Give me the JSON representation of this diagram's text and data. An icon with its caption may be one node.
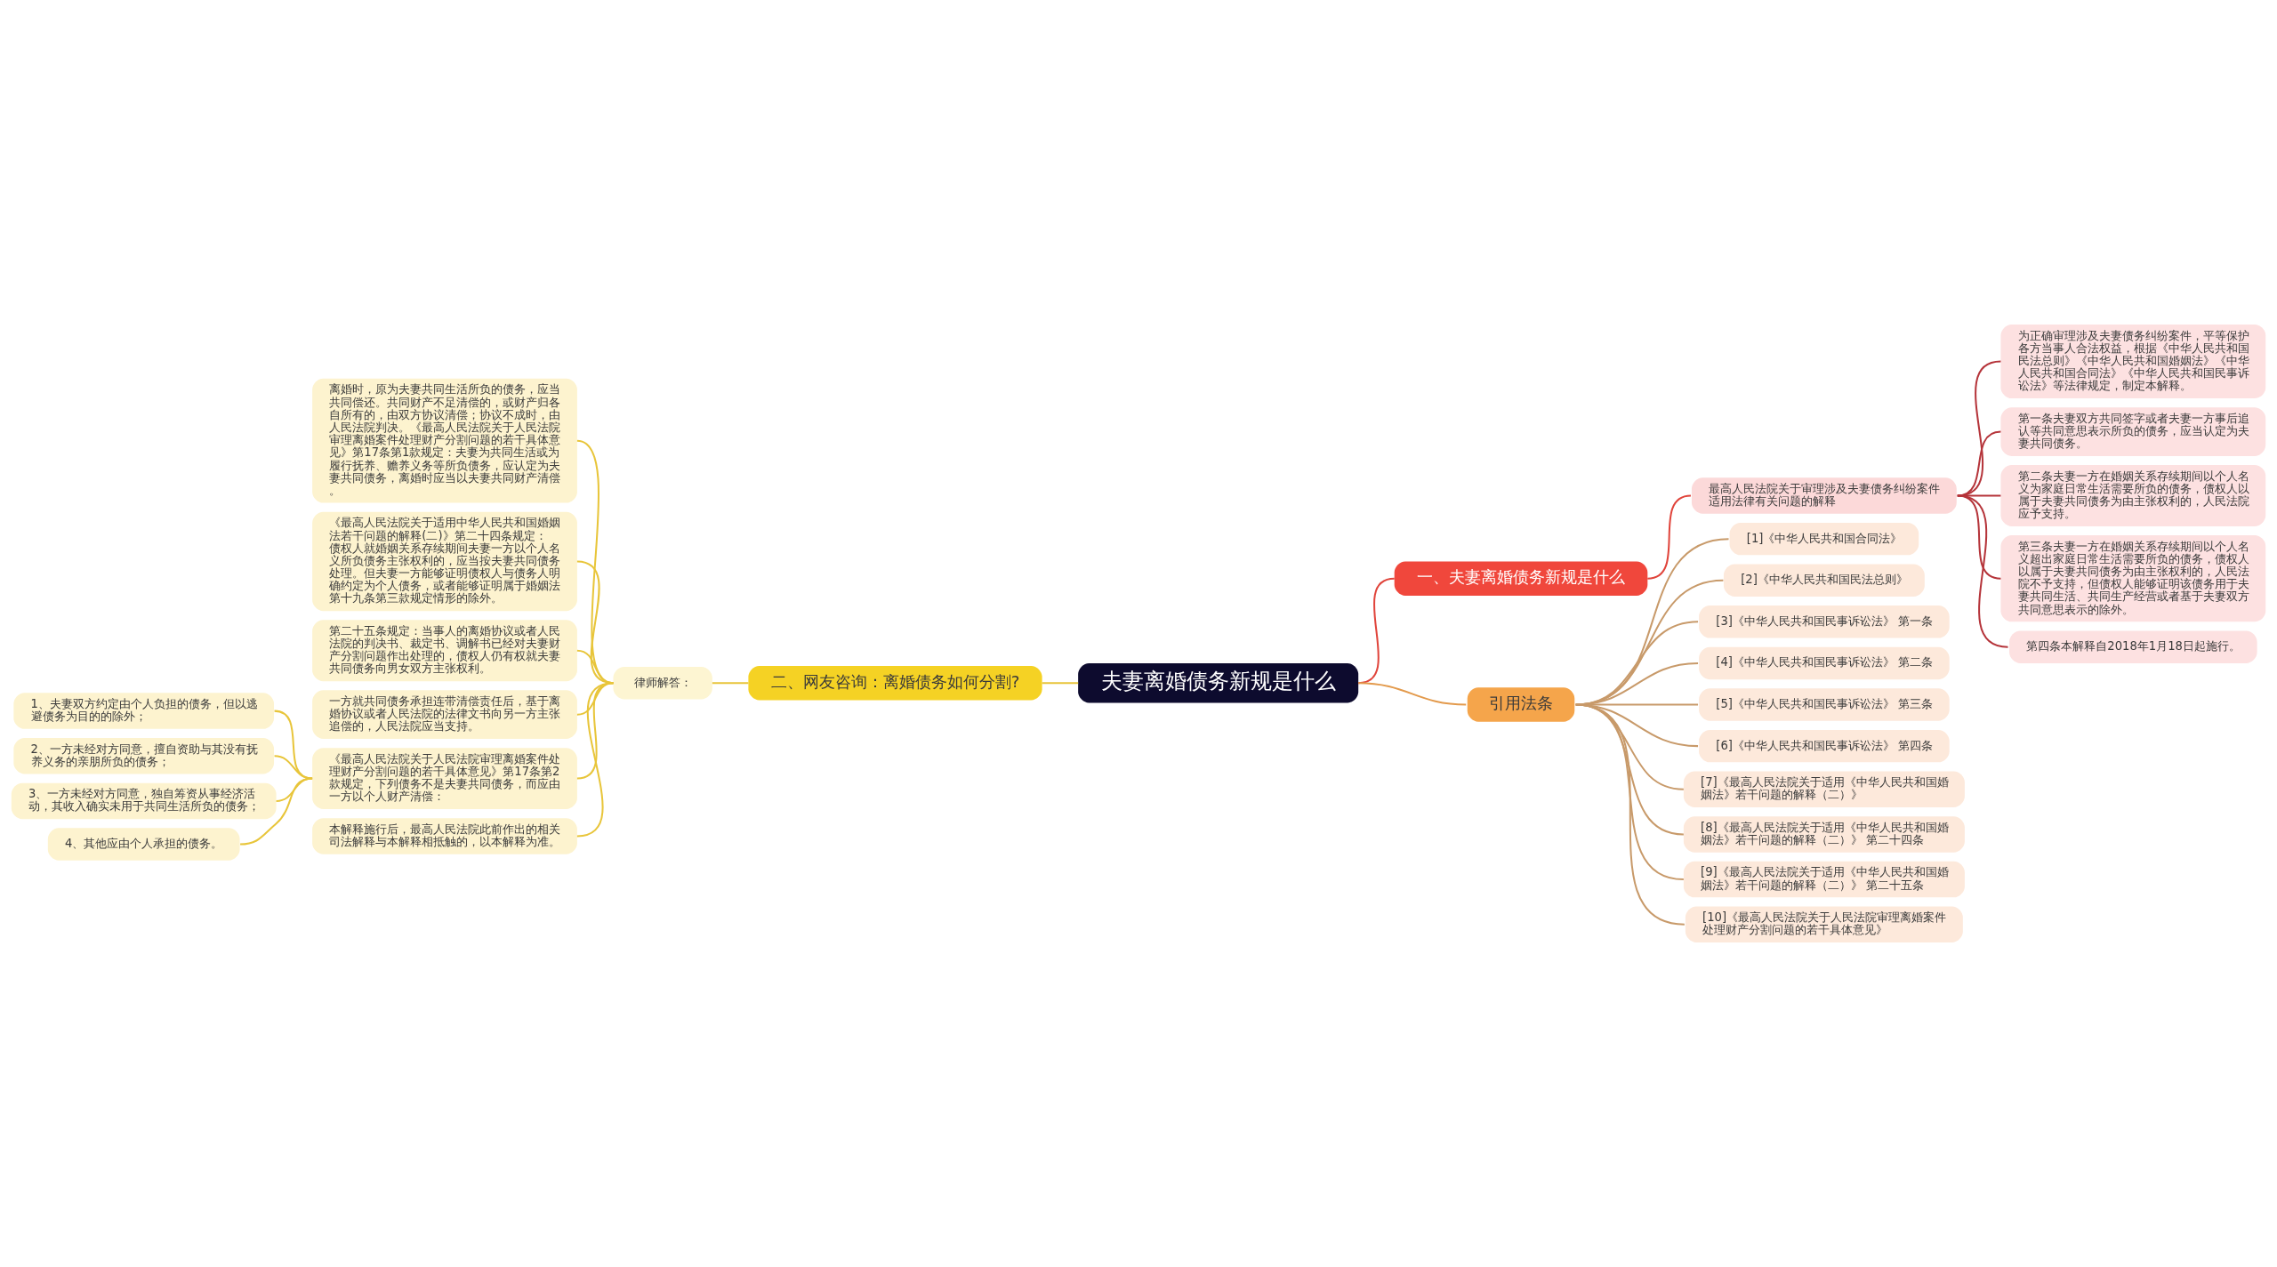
{
  "diagram": {
    "nodes": [
      {
        "text": [
          "夫妻离婚债务新规是什么"
        ]
      },
      {
        "text": [
          "一、夫妻离婚债务新规是什么"
        ]
      },
      {
        "text": [
          "最高人民法院关于审理涉及夫妻债务纠纷案件适用法律有关问题的解释"
        ]
      },
      {
        "text": [
          "为正确审理涉及夫妻债务纠纷案件，平等保护各方当事人合法权益，根据《中华人民共和国民法总则》《中华人民共和国婚姻法》《中华人民共和国合同法》《中华人民共和国民事诉讼法》等法律规定，制定本解释。"
        ]
      },
      {
        "text": [
          "第一条夫妻双方共同签字或者夫妻一方事后追认等共同意思表示所负的债务，应当认定为夫妻共同债务。"
        ]
      },
      {
        "text": [
          "第二条夫妻一方在婚姻关系存续期间以个人名义为家庭日常生活需要所负的债务，债权人以属于夫妻共同债务为由主张权利的，人民法院应予支持。"
        ]
      },
      {
        "text": [
          "第三条夫妻一方在婚姻关系存续期间以个人名义超出家庭日常生活需要所负的债务，债权人以属于夫妻共同债务为由主张权利的，人民法院不予支持，但债权人能够证明该债务用于夫妻共同生活、共同生产经营或者基于夫妻双方共同意思表示的除外。"
        ]
      },
      {
        "text": [
          "第四条本解释自2018年1月18日起施行。"
        ]
      },
      {
        "text": [
          "二、网友咨询：离婚债务如何分割?"
        ]
      },
      {
        "text": [
          "律师解答："
        ]
      },
      {
        "text": [
          "离婚时，原为夫妻共同生活所负的债务，应当共同偿还。共同财产不足清偿的，或财产归各自所有的，由双方协议清偿；协议不成时，由人民法院判决。《最高人民法院关于人民法院审理离婚案件处理财产分割问题的若干具体意见》第17条第1款规定：夫妻为共同生活或为履行抚养、赡养义务等所负债务，应认定为夫妻共同债务，离婚时应当以夫妻共同财产清偿。"
        ]
      },
      {
        "text": [
          "《最高人民法院关于适用中华人民共和国婚姻法若干问题的解释(二)》第二十四条规定：债权人就婚姻关系存续期间夫妻一方以个人名义所负债务主张权利的，应当按夫妻共同债务处理。但夫妻一方能够证明债权人与债务人明确约定为个人债务，或者能够证明属于婚姻法第十九条第三款规定情形的除外。"
        ]
      },
      {
        "text": [
          "第二十五条规定：当事人的离婚协议或者人民法院的判决书、裁定书、调解书已经对夫妻财产分割问题作出处理的，债权人仍有权就夫妻共同债务向男女双方主张权利。"
        ]
      },
      {
        "text": [
          "一方就共同债务承担连带清偿责任后，基于离婚协议或者人民法院的法律文书向另一方主张追偿的，人民法院应当支持。"
        ]
      },
      {
        "text": [
          "《最高人民法院关于人民法院审理离婚案件处理财产分割问题的若干具体意见》第17条第2款规定，下列债务不是夫妻共同债务，而应由一方以个人财产清偿："
        ]
      },
      {
        "text": [
          "1、夫妻双方约定由个人负担的债务，但以逃避债务为目的的除外；"
        ]
      },
      {
        "text": [
          "2、一方未经对方同意，擅自资助与其没有抚养义务的亲朋所负的债务；"
        ]
      },
      {
        "text": [
          "3、一方未经对方同意，独自筹资从事经济活动，其收入确实未用于共同生活所负的债务；"
        ]
      },
      {
        "text": [
          "4、其他应由个人承担的债务。"
        ]
      },
      {
        "text": [
          "本解释施行后，最高人民法院此前作出的相关司法解释与本解释相抵触的，以本解释为准。"
        ]
      },
      {
        "text": [
          "引用法条"
        ]
      },
      {
        "text": [
          "[1]《中华人民共和国合同法》"
        ]
      },
      {
        "text": [
          "[2]《中华人民共和国民法总则》"
        ]
      },
      {
        "text": [
          "[3]《中华人民共和国民事诉讼法》 第一条"
        ]
      },
      {
        "text": [
          "[4]《中华人民共和国民事诉讼法》 第二条"
        ]
      },
      {
        "text": [
          "[5]《中华人民共和国民事诉讼法》 第三条"
        ]
      },
      {
        "text": [
          "[6]《中华人民共和国民事诉讼法》 第四条"
        ]
      },
      {
        "text": [
          "[7]《最高人民法院关于适用《中华人民共和国婚姻法》若干问题的解释（二）》"
        ]
      },
      {
        "text": [
          "[8]《最高人民法院关于适用《中华人民共和国婚姻法》若干问题的解释（二）》 第二十四条"
        ]
      },
      {
        "text": [
          "[9]《最高人民法院关于适用《中华人民共和国婚姻法》若干问题的解释（二）》 第二十五条"
        ]
      },
      {
        "text": [
          "[10]《最高人民法院关于人民法院审理离婚案件处理财产分割问题的若干具体意见》"
        ]
      }
    ],
    "edges": [
      {
        "from": 0,
        "to": 1,
        "arrow": "none",
        "color": "#e0443b"
      },
      {
        "from": 1,
        "to": 2,
        "arrow": "none",
        "color": "#e0443b"
      },
      {
        "from": 2,
        "to": 3,
        "arrow": "none",
        "color": "#b5343a"
      },
      {
        "from": 2,
        "to": 4,
        "arrow": "none",
        "color": "#b5343a"
      },
      {
        "from": 2,
        "to": 5,
        "arrow": "none",
        "color": "#b5343a"
      },
      {
        "from": 2,
        "to": 6,
        "arrow": "none",
        "color": "#b5343a"
      },
      {
        "from": 2,
        "to": 7,
        "arrow": "none",
        "color": "#b5343a"
      },
      {
        "from": 0,
        "to": 8,
        "arrow": "none"
      },
      {
        "from": 8,
        "to": 9,
        "arrow": "none"
      },
      {
        "from": 9,
        "to": 10,
        "arrow": "none"
      },
      {
        "from": 9,
        "to": 11,
        "arrow": "none"
      },
      {
        "from": 9,
        "to": 12,
        "arrow": "none"
      },
      {
        "from": 9,
        "to": 13,
        "arrow": "none"
      },
      {
        "from": 9,
        "to": 14,
        "arrow": "none"
      },
      {
        "from": 14,
        "to": 15,
        "arrow": "none"
      },
      {
        "from": 14,
        "to": 16,
        "arrow": "none"
      },
      {
        "from": 14,
        "to": 17,
        "arrow": "none"
      },
      {
        "from": 14,
        "to": 18,
        "arrow": "none"
      },
      {
        "from": 9,
        "to": 19,
        "arrow": "none"
      },
      {
        "from": 0,
        "to": 20,
        "arrow": "none",
        "color": "#e39a4c"
      },
      {
        "from": 20,
        "to": 21,
        "arrow": "none",
        "color": "#c89a6a"
      },
      {
        "from": 20,
        "to": 22,
        "arrow": "none",
        "color": "#c89a6a"
      },
      {
        "from": 20,
        "to": 23,
        "arrow": "none",
        "color": "#c89a6a"
      },
      {
        "from": 20,
        "to": 24,
        "arrow": "none",
        "color": "#c89a6a"
      },
      {
        "from": 20,
        "to": 25,
        "arrow": "none",
        "color": "#c89a6a"
      },
      {
        "from": 20,
        "to": 26,
        "arrow": "none",
        "color": "#c89a6a"
      },
      {
        "from": 20,
        "to": 27,
        "arrow": "none",
        "color": "#c89a6a"
      },
      {
        "from": 20,
        "to": 28,
        "arrow": "none",
        "color": "#c89a6a"
      },
      {
        "from": 20,
        "to": 29,
        "arrow": "none",
        "color": "#c89a6a"
      },
      {
        "from": 20,
        "to": 30,
        "arrow": "none",
        "color": "#c89a6a"
      }
    ]
  }
}
